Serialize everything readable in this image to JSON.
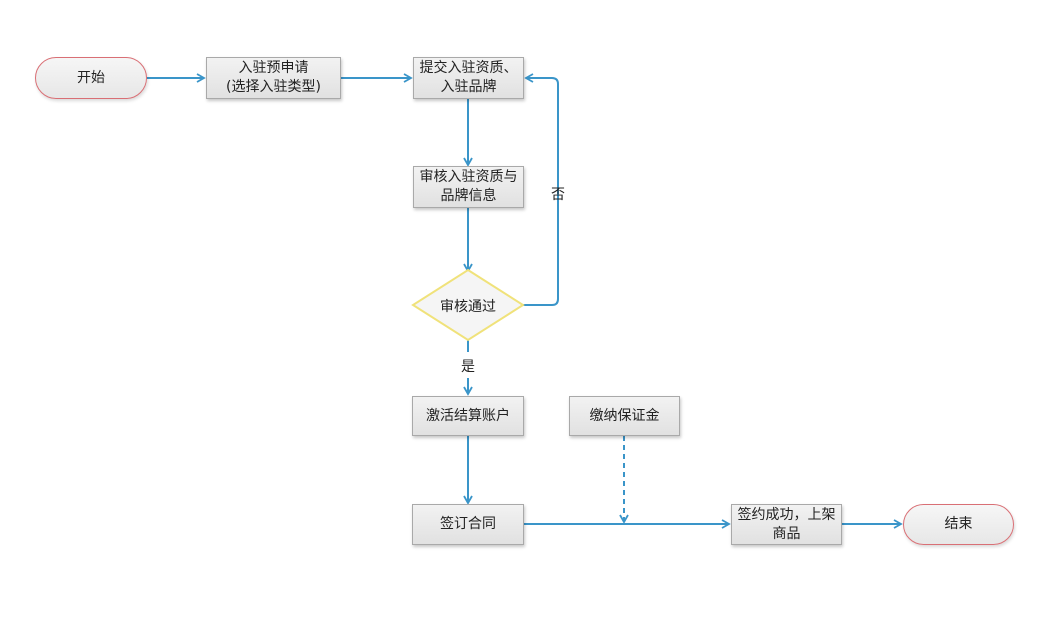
{
  "nodes": {
    "start": "开始",
    "pre_apply": {
      "line1": "入驻预申请",
      "line2": "(选择入驻类型)"
    },
    "submit": {
      "line1": "提交入驻资质、",
      "line2": "入驻品牌"
    },
    "review": {
      "line1": "审核入驻资质与",
      "line2": "品牌信息"
    },
    "decision": "审核通过",
    "activate": "激活结算账户",
    "deposit": "缴纳保证金",
    "contract": "签订合同",
    "success": {
      "line1": "签约成功，上架",
      "line2": "商品"
    },
    "end": "结束"
  },
  "labels": {
    "yes": "是",
    "no": "否"
  },
  "colors": {
    "edge": "#3a95c9",
    "terminal_border": "#d96f75",
    "decision_border": "#f0e27a",
    "box_border": "#a9a9a9"
  }
}
